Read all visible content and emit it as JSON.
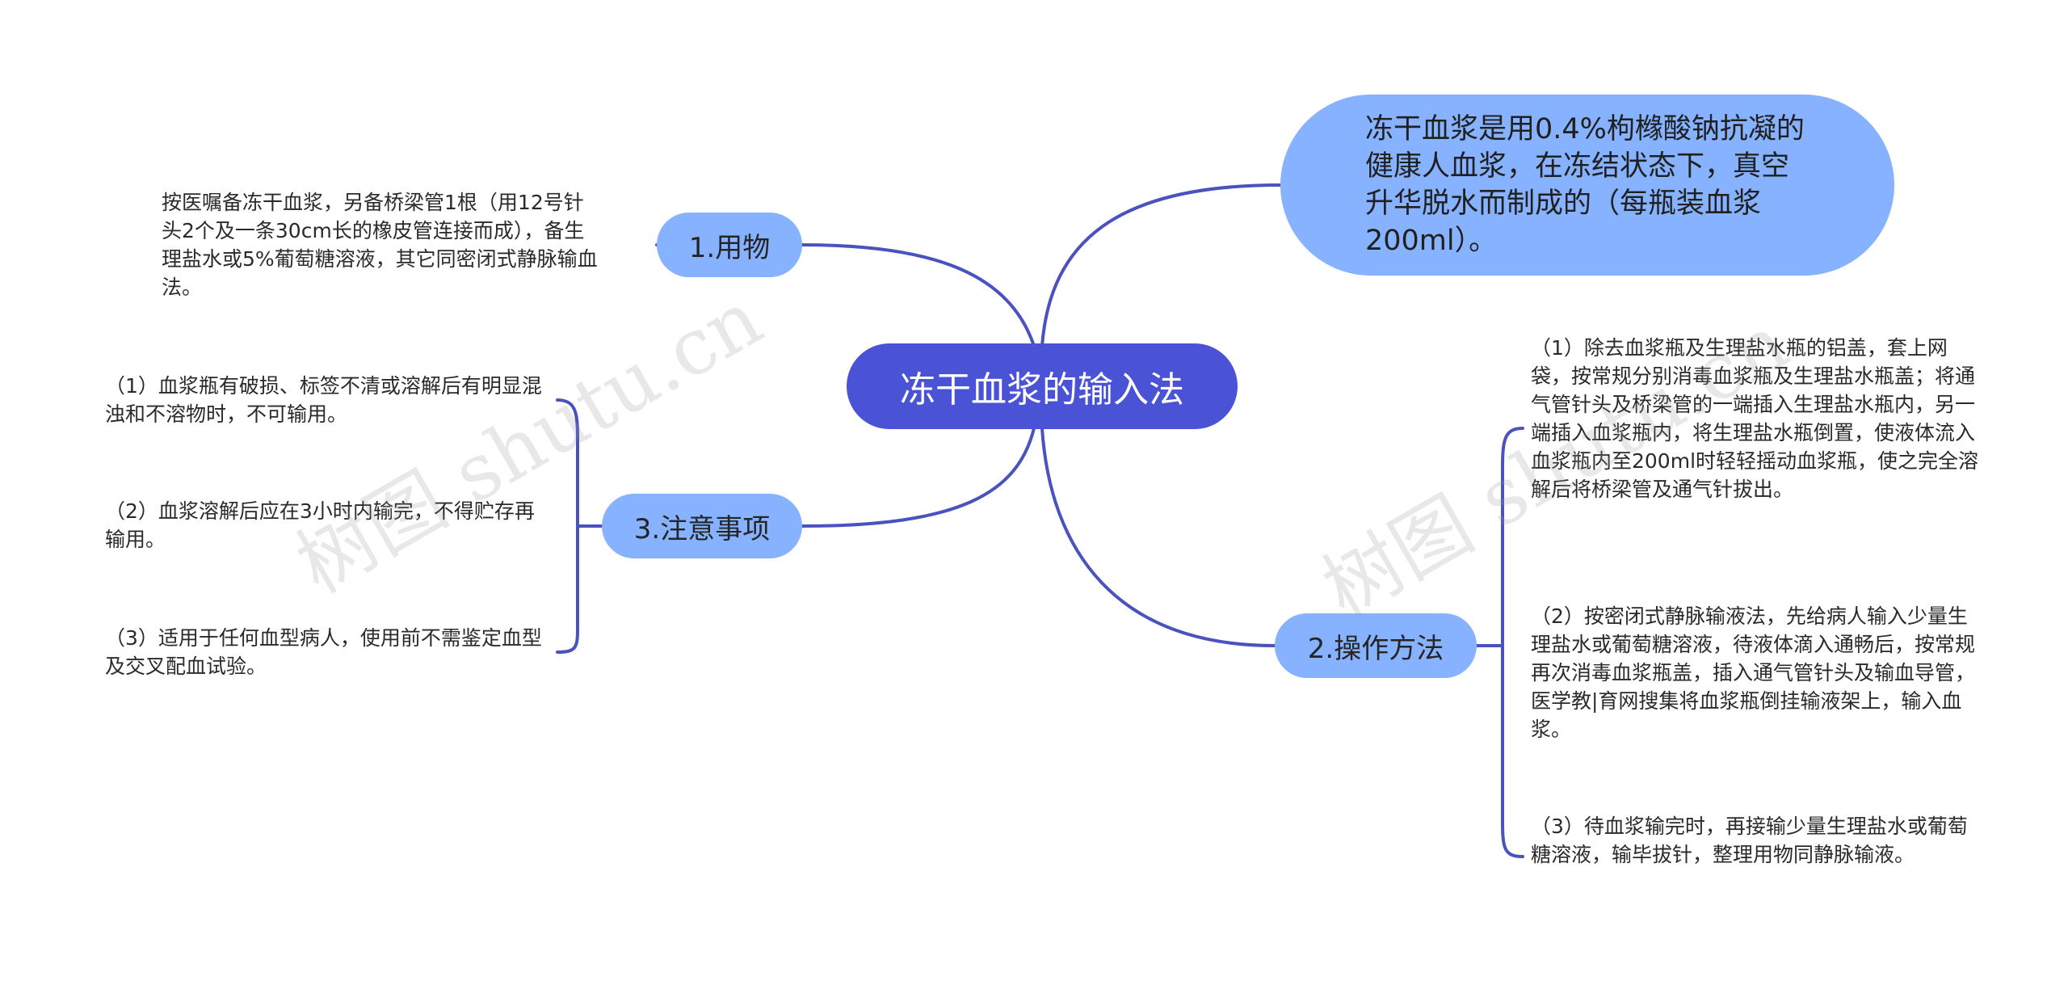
{
  "root": {
    "label": "冻干血浆的输入法"
  },
  "definition": {
    "text": "冻干血浆是用0.4%枸橼酸钠抗凝的健康人血浆，在冻结状态下，真空升华脱水而制成的（每瓶装血浆200ml）。"
  },
  "branches": {
    "materials": {
      "label": "1.用物",
      "items": [
        "按医嘱备冻干血浆，另备桥梁管1根（用12号针头2个及一条30cm长的橡皮管连接而成），备生理盐水或5%葡萄糖溶液，其它同密闭式静脉输血法。"
      ]
    },
    "cautions": {
      "label": "3.注意事项",
      "items": [
        "（1）血浆瓶有破损、标签不清或溶解后有明显混浊和不溶物时，不可输用。",
        "（2）血浆溶解后应在3小时内输完，不得贮存再输用。",
        "（3）适用于任何血型病人，使用前不需鉴定血型及交叉配血试验。"
      ]
    },
    "procedure": {
      "label": "2.操作方法",
      "items": [
        "（1）除去血浆瓶及生理盐水瓶的铝盖，套上网袋，按常规分别消毒血浆瓶及生理盐水瓶盖；将通气管针头及桥梁管的一端插入生理盐水瓶内，另一端插入血浆瓶内，将生理盐水瓶倒置，使液体流入血浆瓶内至200ml时轻轻摇动血浆瓶，使之完全溶解后将桥梁管及通气针拔出。",
        "（2）按密闭式静脉输液法，先给病人输入少量生理盐水或葡萄糖溶液，待液体滴入通畅后，按常规再次消毒血浆瓶盖，插入通气管针头及输血导管，医学教|育网搜集将血浆瓶倒挂输液架上，输入血浆。",
        "（3）待血浆输完时，再接输少量生理盐水或葡萄糖溶液，输毕拔针，整理用物同静脉输液。"
      ]
    }
  },
  "watermarks": [
    "树图 shutu.cn",
    "树图 shutu.cn"
  ],
  "colors": {
    "root": "#4a52d6",
    "node": "#87b2ff",
    "line": "#4a52c0"
  }
}
